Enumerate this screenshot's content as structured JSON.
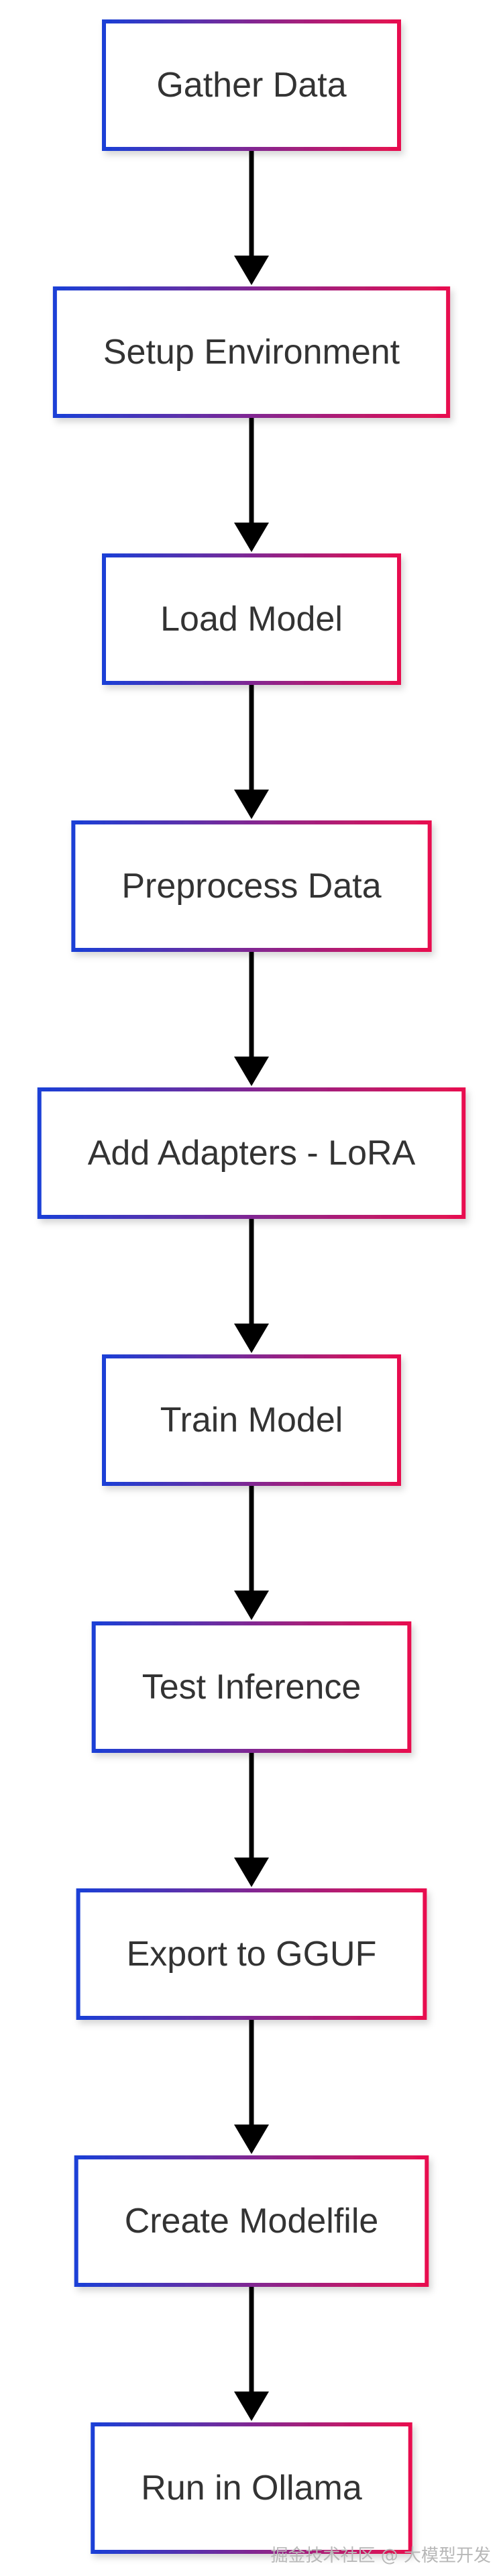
{
  "diagram": {
    "type": "flowchart",
    "direction": "top-to-bottom",
    "border_gradient": [
      "#1a3fd6",
      "#e8104f"
    ],
    "nodes": [
      {
        "id": "n1",
        "label": "Gather Data"
      },
      {
        "id": "n2",
        "label": "Setup Environment"
      },
      {
        "id": "n3",
        "label": "Load Model"
      },
      {
        "id": "n4",
        "label": "Preprocess Data"
      },
      {
        "id": "n5",
        "label": "Add Adapters - LoRA"
      },
      {
        "id": "n6",
        "label": "Train Model"
      },
      {
        "id": "n7",
        "label": "Test Inference"
      },
      {
        "id": "n8",
        "label": "Export to GGUF"
      },
      {
        "id": "n9",
        "label": "Create Modelfile"
      },
      {
        "id": "n10",
        "label": "Run in Ollama"
      }
    ],
    "edges": [
      {
        "from": "n1",
        "to": "n2"
      },
      {
        "from": "n2",
        "to": "n3"
      },
      {
        "from": "n3",
        "to": "n4"
      },
      {
        "from": "n4",
        "to": "n5"
      },
      {
        "from": "n5",
        "to": "n6"
      },
      {
        "from": "n6",
        "to": "n7"
      },
      {
        "from": "n7",
        "to": "n8"
      },
      {
        "from": "n8",
        "to": "n9"
      },
      {
        "from": "n9",
        "to": "n10"
      }
    ]
  },
  "watermark": {
    "text": "掘金技术社区 @ 大模型开发"
  }
}
